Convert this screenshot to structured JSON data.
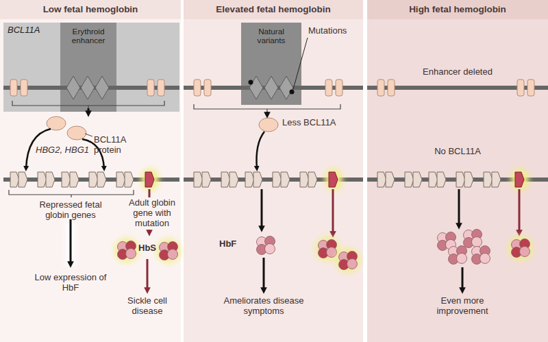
{
  "diagram": {
    "nodes": [
      {
        "text": [
          "Low fetal hemoglobin"
        ]
      },
      {
        "text": [
          "BCL11A"
        ],
        "in": 0
      },
      {
        "text": [
          "Erythroid enhancer"
        ],
        "in": 1
      },
      {
        "text": [
          "Elevated fetal hemoglobin"
        ]
      },
      {
        "text": [
          "Natural variants"
        ],
        "in": 3
      },
      {
        "text": [
          "High fetal hemoglobin"
        ]
      }
    ],
    "labels": [
      "BCL11A protein",
      "HBG2, HBG1",
      "Repressed fetal globin genes",
      "Adult globin gene with mutation",
      "HbS",
      "Low expression of HbF",
      "Sickle cell disease",
      "Mutations",
      "Less BCL11A",
      "HbF",
      "Ameliorates disease symptoms",
      "Enhancer deleted",
      "No BCL11A",
      "Even more improvement"
    ]
  }
}
